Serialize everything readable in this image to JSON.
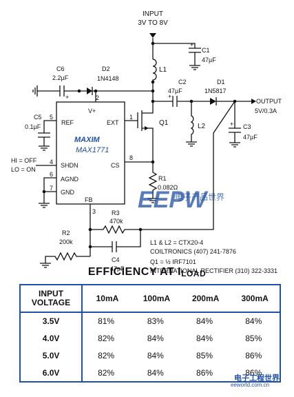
{
  "schematic": {
    "input_label": "INPUT",
    "input_range": "3V TO 8V",
    "c1_label": "C1",
    "c1_value": "47µF",
    "l1_label": "L1",
    "c6_label": "C6",
    "c6_value": "2.2µF",
    "d2_label": "D2",
    "d2_value": "1N4148",
    "c2_label": "C2",
    "c2_value": "47µF",
    "d1_label": "D1",
    "d1_value": "1N5817",
    "output_label": "OUTPUT",
    "output_value": "5V/0.3A",
    "c5_label": "C5",
    "c5_value": "0.1µF",
    "l2_label": "L2",
    "c3_label": "C3",
    "c3_value": "47µF",
    "q1_label": "Q1",
    "ic_brand": "MAXIM",
    "ic_part": "MAX1771",
    "pin_vplus": "V+",
    "pin_ref": "REF",
    "pin_ext": "EXT",
    "pin_shdn": "SHDN",
    "pin_agnd": "AGND",
    "pin_gnd": "GND",
    "pin_cs": "CS",
    "pin_fb": "FB",
    "pin_num_2": "2",
    "pin_num_5": "5",
    "pin_num_1": "1",
    "pin_num_4": "4",
    "pin_num_6": "6",
    "pin_num_7": "7",
    "pin_num_8": "8",
    "pin_num_3": "3",
    "hi_off": "HI = OFF",
    "lo_on": "LO = ON",
    "r1_label": "R1",
    "r1_value": "0.082Ω",
    "r3_label": "R3",
    "r3_value": "470k",
    "r2_label": "R2",
    "r2_value": "200k",
    "c4_label": "C4",
    "c4_value": "47pF",
    "note_1": "L1 & L2 = CTX20-4",
    "note_2": "COILTRONICS (407) 241-7876",
    "note_3": "Q1 = ½ IRF7101",
    "note_4": "INTERNATIONAL RECTIFIER (310) 322-3331"
  },
  "watermark": {
    "logo": "EEPW",
    "cn_text": "电子产品世界",
    "site_name": "电子工程世界",
    "site_url": "eeworld.com.cn"
  },
  "efficiency": {
    "title_main": "EFFICIENCY AT I",
    "title_sub": "LOAD",
    "header_input_1": "INPUT",
    "header_input_2": "VOLTAGE",
    "headers": [
      "10mA",
      "100mA",
      "200mA",
      "300mA"
    ],
    "rows": [
      {
        "voltage": "3.5V",
        "values": [
          "81%",
          "83%",
          "84%",
          "84%"
        ]
      },
      {
        "voltage": "4.0V",
        "values": [
          "82%",
          "84%",
          "84%",
          "85%"
        ]
      },
      {
        "voltage": "5.0V",
        "values": [
          "82%",
          "84%",
          "85%",
          "86%"
        ]
      },
      {
        "voltage": "6.0V",
        "values": [
          "82%",
          "84%",
          "86%",
          "86%"
        ]
      }
    ]
  }
}
